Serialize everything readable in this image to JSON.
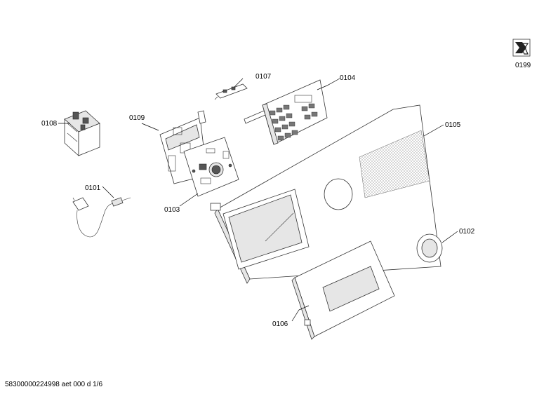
{
  "labels": {
    "p0101": "0101",
    "p0102": "0102",
    "p0103": "0103",
    "p0104": "0104",
    "p0105": "0105",
    "p0106": "0106",
    "p0107": "0107",
    "p0108": "0108",
    "p0109": "0109",
    "p0199": "0199"
  },
  "footer": "58300000224998 aet 000 d 1/6",
  "icons": {
    "service": "wrench-service-icon"
  }
}
